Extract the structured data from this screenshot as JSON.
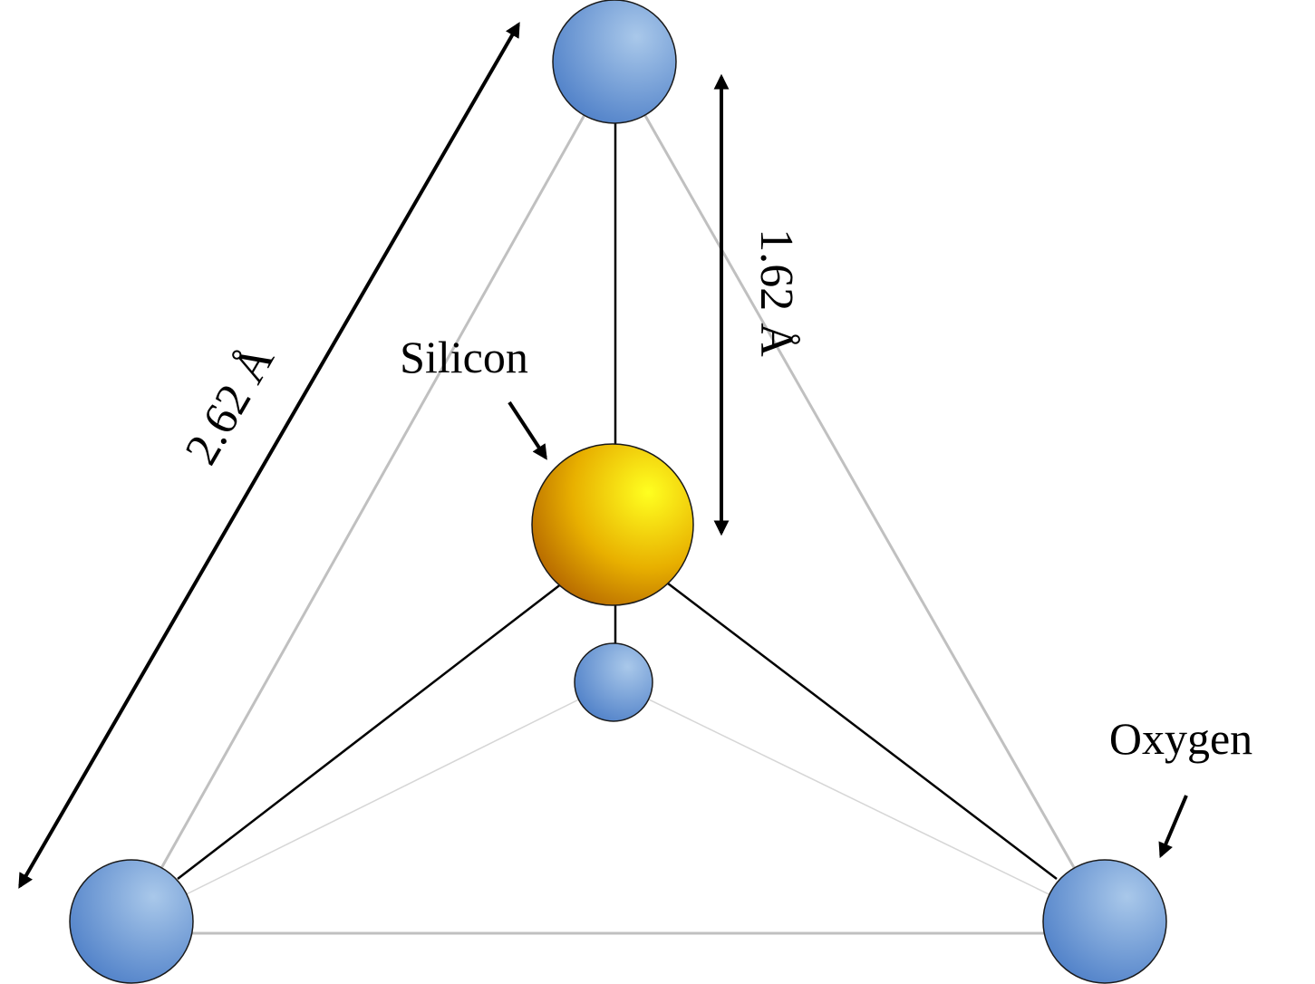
{
  "labels": {
    "silicon": "Silicon",
    "oxygen": "Oxygen",
    "edge_length": "2.62 Å",
    "bond_length": "1.62 Å"
  },
  "colors": {
    "oxygen": "#6f9fd8",
    "silicon": "#e8b400",
    "outline": "#1a1a1a",
    "edge": "#c0c0c0",
    "bond": "#000000",
    "arrow": "#000000"
  }
}
